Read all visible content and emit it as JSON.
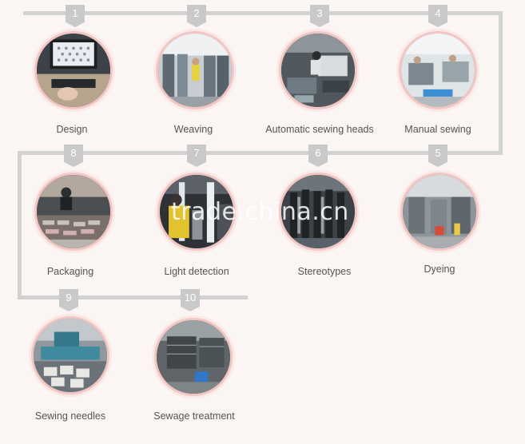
{
  "steps": [
    {
      "num": "1",
      "label": "Design",
      "scene": "computer-design"
    },
    {
      "num": "2",
      "label": "Weaving",
      "scene": "knitting-machines"
    },
    {
      "num": "3",
      "label": "Automatic sewing heads",
      "scene": "sewing-workstation"
    },
    {
      "num": "4",
      "label": "Manual sewing",
      "scene": "sewing-floor"
    },
    {
      "num": "5",
      "label": "Dyeing",
      "scene": "dye-house"
    },
    {
      "num": "6",
      "label": "Stereotypes",
      "scene": "shaping-forms"
    },
    {
      "num": "7",
      "label": "Light detection",
      "scene": "light-inspection"
    },
    {
      "num": "8",
      "label": "Packaging",
      "scene": "packing-table"
    },
    {
      "num": "9",
      "label": "Sewing needles",
      "scene": "needle-machine"
    },
    {
      "num": "10",
      "label": "Sewage treatment",
      "scene": "treatment-plant"
    }
  ],
  "watermark": "trade.china.cn",
  "colors": {
    "background": "#fbf5f4",
    "track": "#d2d2d2",
    "badge": "#c9c9c9",
    "ring": "#f1c6c3",
    "label": "#555555"
  }
}
